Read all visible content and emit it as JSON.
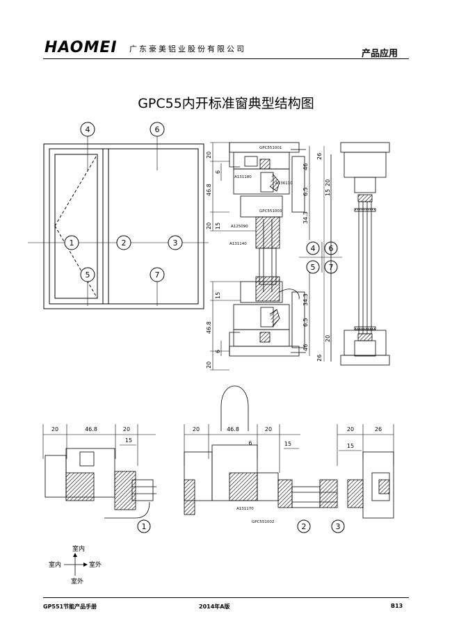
{
  "header": {
    "logo": "HAOMEI",
    "company": "广东豪美铝业股份有限公司",
    "section": "产品应用"
  },
  "title": "GPC55内开标准窗典型结构图",
  "elevation": {
    "callouts": [
      "1",
      "2",
      "3",
      "4",
      "5",
      "6",
      "7"
    ]
  },
  "vertical_section": {
    "dims_left_top": [
      "20",
      "6",
      "46.8",
      "20",
      "15"
    ],
    "dims_right_top": [
      "46",
      "6.5",
      "34.3"
    ],
    "dims_left_bottom": [
      "15",
      "46.8",
      "6",
      "20"
    ],
    "dims_right_bottom": [
      "34.3",
      "6.5",
      "46"
    ],
    "labels": [
      "GPC551001",
      "A131180",
      "A136110",
      "GPC551003",
      "A125090",
      "A131140"
    ],
    "key": [
      "4",
      "6",
      "5",
      "7"
    ]
  },
  "right_section": {
    "dims": [
      "26",
      "20",
      "15",
      "20",
      "26"
    ]
  },
  "horizontal_sections": {
    "s1": {
      "dims": [
        "20",
        "46.8",
        "20",
        "15"
      ],
      "id": "1"
    },
    "s2": {
      "dims": [
        "20",
        "46.8",
        "20",
        "6",
        "15"
      ],
      "labels": [
        "A131170",
        "GPC551002"
      ],
      "id": "2"
    },
    "s3": {
      "dims": [
        "20",
        "26",
        "15"
      ],
      "id": "3"
    }
  },
  "legend": {
    "top": "室内",
    "left": "室内",
    "right": "室外",
    "bottom": "室外"
  },
  "footer": {
    "left": "GP551节能产品手册",
    "middle": "2014年A版",
    "right": "B13"
  }
}
